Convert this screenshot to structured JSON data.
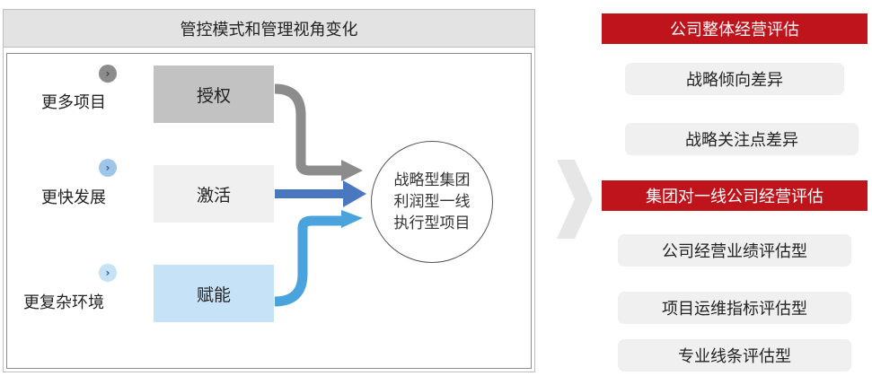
{
  "panel": {
    "title": "管控模式和管理视角变化",
    "rows": [
      {
        "label": "更多项目",
        "box": "授权"
      },
      {
        "label": "更快发展",
        "box": "激活"
      },
      {
        "label": "更复杂环境",
        "box": "赋能"
      }
    ],
    "circle_lines": [
      "战略型集团",
      "利润型一线",
      "执行型项目"
    ]
  },
  "right": {
    "section1": {
      "title": "公司整体经营评估",
      "items": [
        "战略倾向差异",
        "战略关注点差异"
      ]
    },
    "section2": {
      "title": "集团对一线公司经营评估",
      "items": [
        "公司经营业绩评估型",
        "项目运维指标评估型",
        "专业线条评估型"
      ]
    }
  },
  "colors": {
    "accent_red": "#c0141c",
    "grey_arrow": "#8c8c8c",
    "blue_arrow": "#4a78c0",
    "light_blue_arrow": "#4aa3dc",
    "box_grey": "#c2c2c2",
    "box_light": "#f0f0f0",
    "box_blue": "#c6e2f7"
  }
}
